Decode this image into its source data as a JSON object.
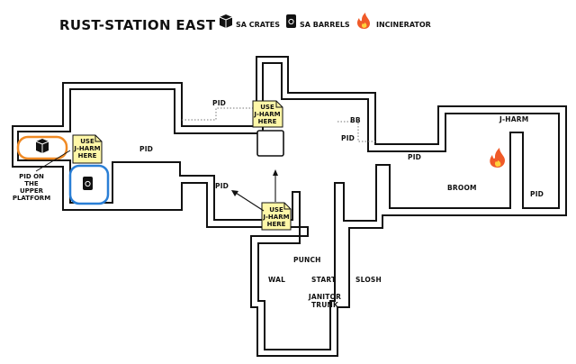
{
  "title": "RUST-STATION EAST",
  "legend": [
    {
      "icon": "crate-icon",
      "label": "SA CRATES"
    },
    {
      "icon": "barrel-icon",
      "label": "SA BARRELS"
    },
    {
      "icon": "fire-icon",
      "label": "INCINERATOR"
    }
  ],
  "labels": {
    "pid_top": "PID",
    "pid_mid_left": "PID",
    "pid_center": "PID",
    "bb": "BB",
    "pid_bb": "PID",
    "jharm_right": "J-HARM",
    "pid_right_corr": "PID",
    "broom": "BROOM",
    "pid_far_right": "PID",
    "punch": "PUNCH",
    "wal": "WAL",
    "start": "START",
    "slosh": "SLOSH",
    "janitor_1": "JANITOR",
    "janitor_2": "TRUNK"
  },
  "side_note": [
    "PID ON",
    "THE",
    "UPPER",
    "PLATFORM"
  ],
  "notes": {
    "left": [
      "USE",
      "J-HARM",
      "HERE"
    ],
    "top": [
      "USE",
      "J-HARM",
      "HERE"
    ],
    "bottom": [
      "USE",
      "J-HARM",
      "HERE"
    ]
  },
  "colors": {
    "wall": "#111111",
    "note_fill": "#fff7a8",
    "crate_ring": "#f08a24",
    "barrel_ring": "#2a7fd6",
    "fire": "#f05a28"
  }
}
